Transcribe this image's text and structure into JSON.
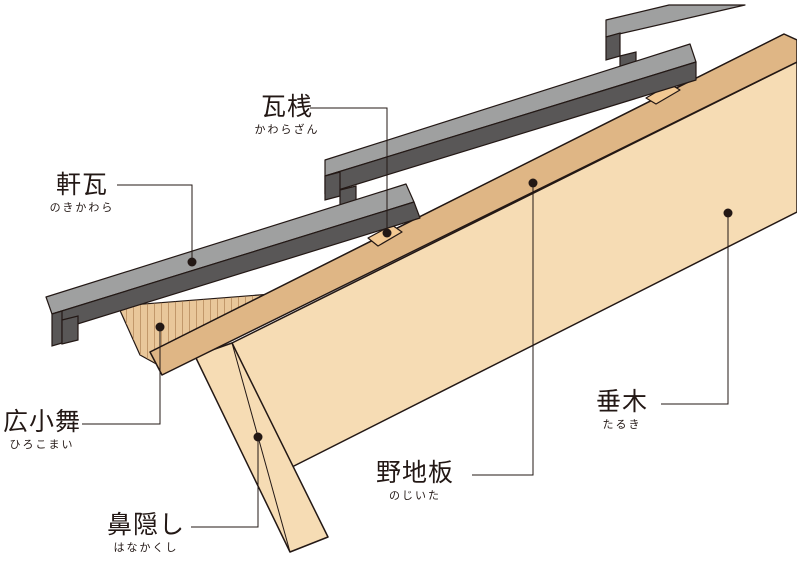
{
  "labels": {
    "kawara_zan": {
      "text": "瓦桟",
      "reading": "かわらざん"
    },
    "noki_gawara": {
      "text": "軒瓦",
      "reading": "のきかわら"
    },
    "hiro_komai": {
      "text": "広小舞",
      "reading": "ひろこまい"
    },
    "hana_kakushi": {
      "text": "鼻隠し",
      "reading": "はなかくし"
    },
    "noji_ita": {
      "text": "野地板",
      "reading": "のじいた"
    },
    "taruki": {
      "text": "垂木",
      "reading": "たるき"
    }
  },
  "colors": {
    "wood_light": "#f6dcb4",
    "wood_mid": "#dfb685",
    "wood_dark": "#c8935a",
    "tile_top": "#9fa0a0",
    "tile_side": "#595757",
    "outline": "#231815"
  }
}
